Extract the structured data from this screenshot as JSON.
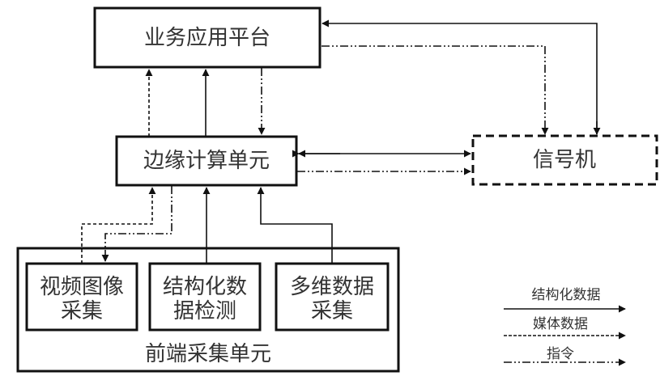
{
  "nodes": {
    "platform": "业务应用平台",
    "edge": "边缘计算单元",
    "signal": "信号机",
    "frontend": "前端采集单元",
    "video": [
      "视频图像",
      "采集"
    ],
    "structured": [
      "结构化数",
      "据检测"
    ],
    "multi": [
      "多维数据",
      "采集"
    ]
  },
  "legend": {
    "structured": "结构化数据",
    "media": "媒体数据",
    "command": "指令"
  },
  "edges": [
    {
      "from": "edge",
      "to": "platform",
      "type": "media"
    },
    {
      "from": "edge",
      "to": "platform",
      "type": "structured"
    },
    {
      "from": "platform",
      "to": "edge",
      "type": "command"
    },
    {
      "from": "signal",
      "to": "platform",
      "type": "structured"
    },
    {
      "from": "platform",
      "to": "signal",
      "type": "structured"
    },
    {
      "from": "platform",
      "to": "signal",
      "type": "command"
    },
    {
      "from": "edge",
      "to": "signal",
      "type": "structured",
      "bidirectional": true
    },
    {
      "from": "edge",
      "to": "signal",
      "type": "command"
    },
    {
      "from": "video",
      "to": "edge",
      "type": "media"
    },
    {
      "from": "edge",
      "to": "video",
      "type": "command"
    },
    {
      "from": "structured",
      "to": "edge",
      "type": "structured"
    },
    {
      "from": "multi",
      "to": "edge",
      "type": "structured"
    }
  ]
}
